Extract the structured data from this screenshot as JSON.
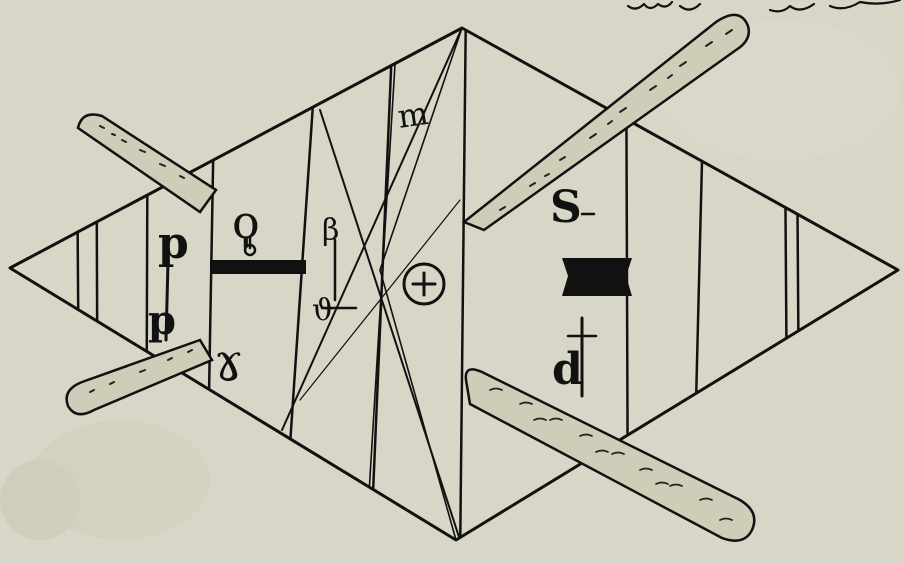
{
  "figure": {
    "kind": "hand-drawn diamond diagram crossed by four sticks",
    "colors": {
      "paper": "#d8d6c6",
      "ink": "#111111",
      "stick_fill": "#cfccb8"
    },
    "symbols": {
      "top_left_p": "p",
      "top_left_q": "ϙ",
      "beta": "β",
      "top_m": "m",
      "circle_plus": "⊕",
      "s_mark": "S",
      "bottom_left_r": "ɤ",
      "bottom_theta": "ϑ",
      "bottom_dagger_d": "d",
      "bottom_crossed_p": "p"
    }
  }
}
